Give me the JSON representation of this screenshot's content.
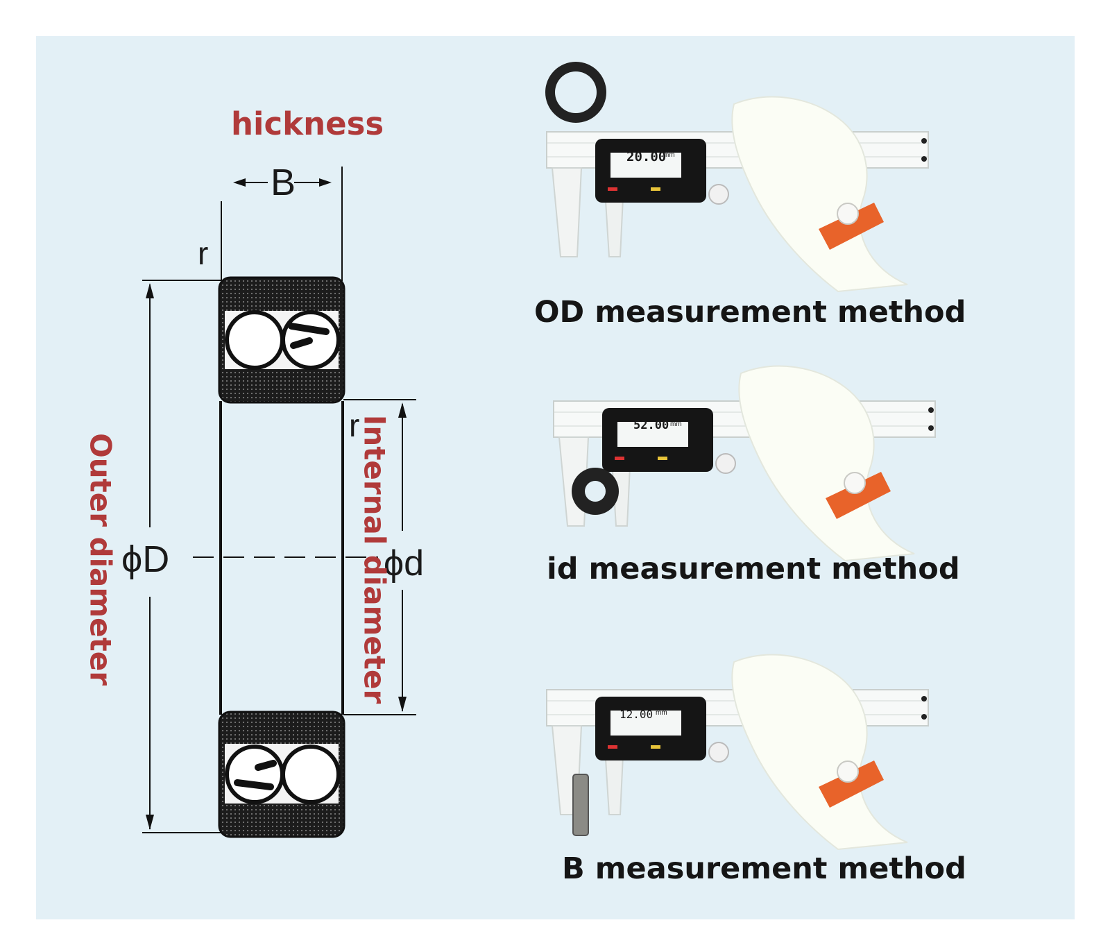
{
  "diagram": {
    "labels": {
      "thickness": "hickness",
      "outer_diameter": "Outer diameter",
      "internal_diameter": "Internal diameter",
      "dim_b": "B",
      "dim_r_top": "r",
      "dim_r_side": "r",
      "dim_phi_d_outer": "ϕD",
      "dim_phi_d_inner": "ϕd"
    },
    "colors": {
      "label_red": "#b03a3a",
      "background": "#e3f0f6",
      "strap": "#e8632a"
    }
  },
  "methods": [
    {
      "caption": "OD measurement method",
      "display": "20.00",
      "unit": "mm"
    },
    {
      "caption": "id measurement method",
      "display": "52.00",
      "unit": "mm"
    },
    {
      "caption": "B measurement method",
      "display": "12.00",
      "unit": "mm"
    }
  ]
}
